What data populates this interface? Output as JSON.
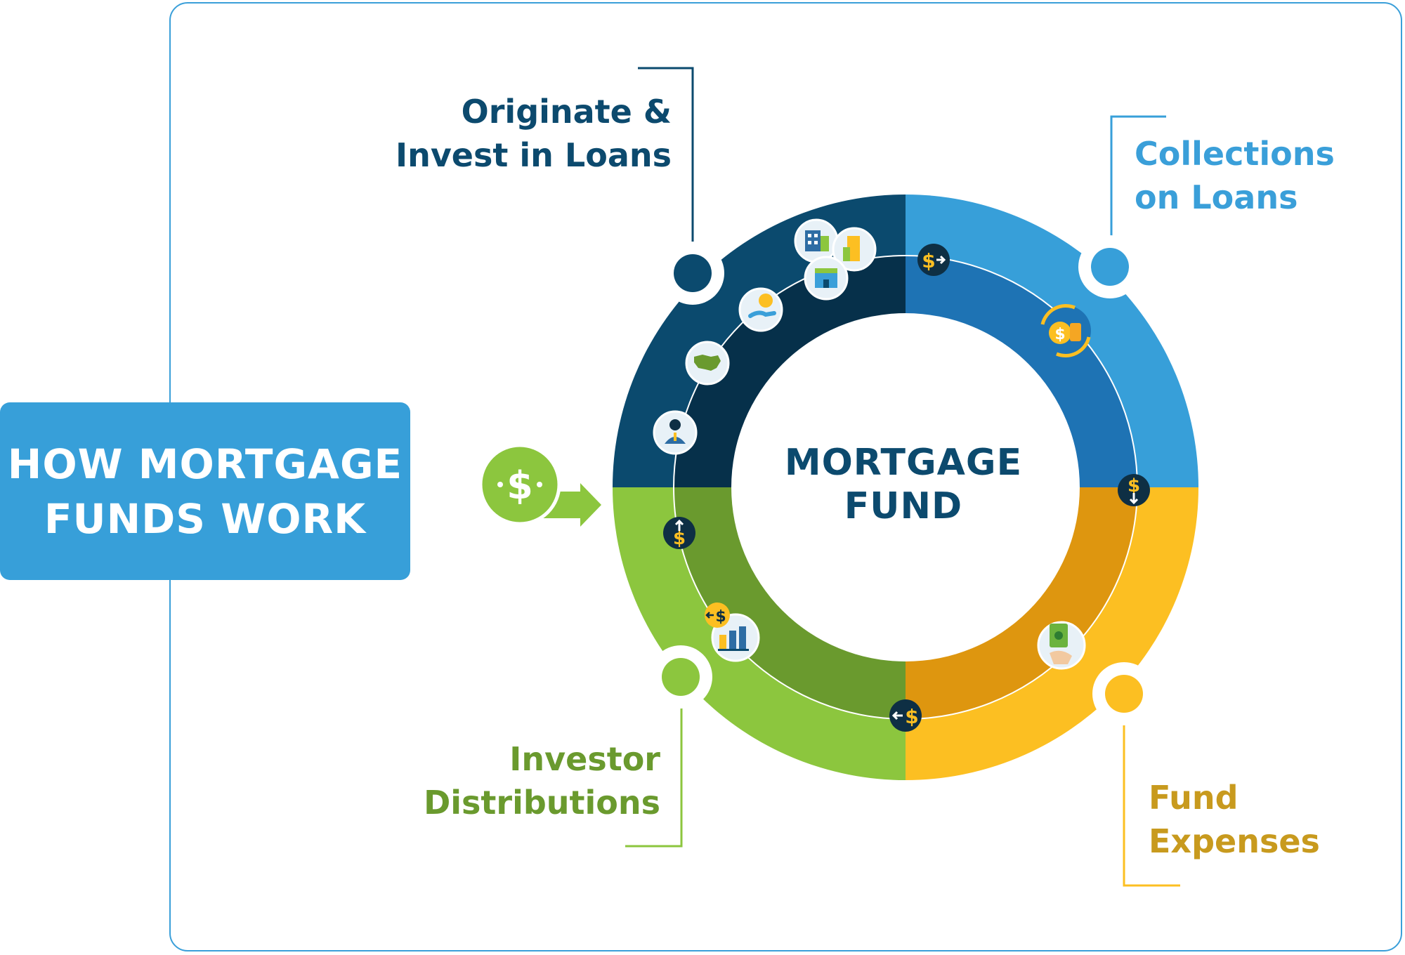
{
  "title": {
    "line1": "HOW MORTGAGE",
    "line2": "FUNDS WORK"
  },
  "center": {
    "line1": "MORTGAGE",
    "line2": "FUND"
  },
  "segments": {
    "originate": {
      "line1": "Originate &",
      "line2": "Invest in Loans",
      "color": "#0b4a6e"
    },
    "collections": {
      "line1": "Collections",
      "line2": "on Loans",
      "color": "#379fd9"
    },
    "investor": {
      "line1": "Investor",
      "line2": "Distributions",
      "color": "#8cc63e"
    },
    "expenses": {
      "line1": "Fund",
      "line2": "Expenses",
      "color": "#fcbf22"
    }
  },
  "icons": {
    "dollar_symbol": "$"
  },
  "colors": {
    "frame_border": "#3a9fd9",
    "navy_dark": "#06304a",
    "blue_dark": "#1e73b4",
    "green_dark": "#6a9a2e",
    "gold_dark": "#de960f"
  }
}
